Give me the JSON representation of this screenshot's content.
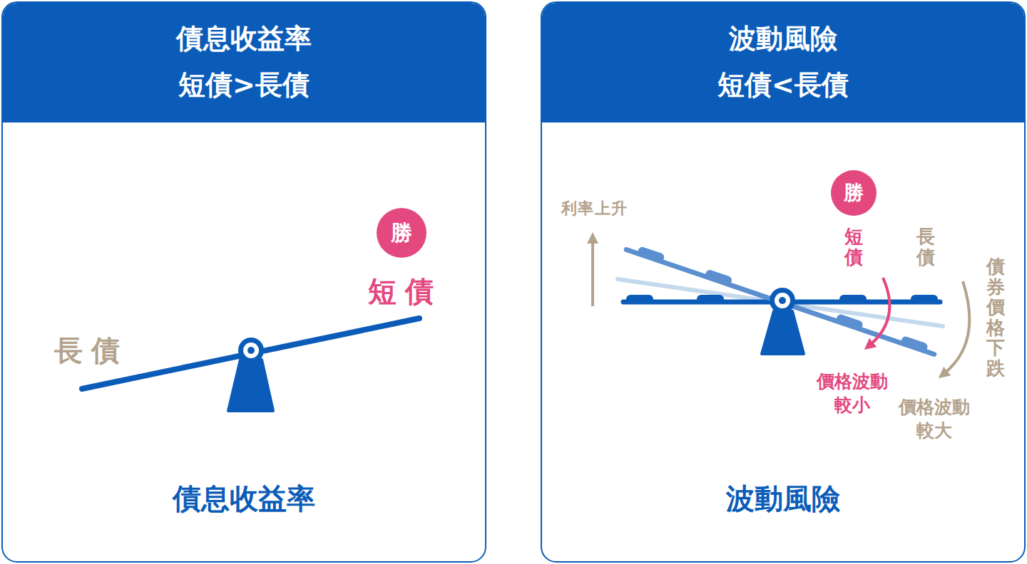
{
  "diagram": {
    "nodes": [
      {
        "text": [
          "債息收益率"
        ]
      },
      {
        "text": [
          "債息收益率 短債>長債"
        ],
        "in": 0
      },
      {
        "text": [
          "勝"
        ],
        "in": 0
      },
      {
        "text": [
          "波動風險"
        ]
      },
      {
        "text": [
          "波動風險 短債<長債"
        ],
        "in": 3
      },
      {
        "text": [
          "勝"
        ],
        "in": 3
      }
    ],
    "labels": [
      "長債",
      "短債",
      "利率上升",
      "短債",
      "長債",
      "債券價格下跌",
      "價格波動 較小",
      "價格波動 較大"
    ]
  }
}
